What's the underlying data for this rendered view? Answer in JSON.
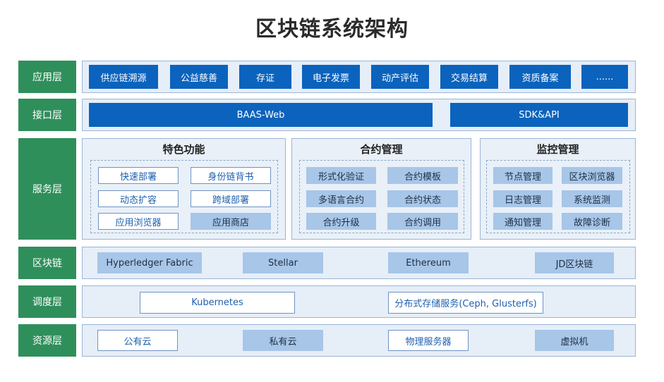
{
  "title": "区块链系统架构",
  "layers": {
    "app": "应用层",
    "interface": "接口层",
    "service": "服务层",
    "blockchain": "区块链",
    "schedule": "调度层",
    "resource": "资源层"
  },
  "app_items": [
    "供应链溯源",
    "公益慈善",
    "存证",
    "电子发票",
    "动产评估",
    "交易结算",
    "资质备案",
    "......"
  ],
  "interface_items": [
    "BAAS-Web",
    "SDK&API"
  ],
  "service": {
    "features": {
      "title": "特色功能",
      "items": [
        "快速部署",
        "身份链背书",
        "动态扩容",
        "跨域部署",
        "应用浏览器",
        "应用商店"
      ]
    },
    "contracts": {
      "title": "合约管理",
      "items": [
        "形式化验证",
        "合约模板",
        "多语言合约",
        "合约状态",
        "合约升级",
        "合约调用"
      ]
    },
    "monitoring": {
      "title": "监控管理",
      "items": [
        "节点管理",
        "区块浏览器",
        "日志管理",
        "系统监测",
        "通知管理",
        "故障诊断"
      ]
    }
  },
  "blockchain_items": [
    "Hyperledger Fabric",
    "Stellar",
    "Ethereum",
    "JD区块链"
  ],
  "schedule_items": [
    "Kubernetes",
    "分布式存储服务(Ceph, Glusterfs)"
  ],
  "resource_items": [
    "公有云",
    "私有云",
    "物理服务器",
    "虚拟机"
  ]
}
